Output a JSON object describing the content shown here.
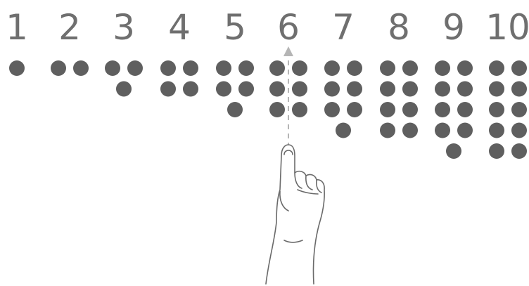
{
  "groups": [
    {
      "label": "1",
      "count": 1
    },
    {
      "label": "2",
      "count": 2
    },
    {
      "label": "3",
      "count": 3
    },
    {
      "label": "4",
      "count": 4
    },
    {
      "label": "5",
      "count": 5
    },
    {
      "label": "6",
      "count": 6
    },
    {
      "label": "7",
      "count": 7
    },
    {
      "label": "8",
      "count": 8
    },
    {
      "label": "9",
      "count": 9
    },
    {
      "label": "10",
      "count": 10
    }
  ],
  "pointer": {
    "target_label": "6"
  },
  "colors": {
    "digit": "#6f6f6f",
    "dot": "#5f5f5f",
    "arrow": "#b5b5b5",
    "hand_outline": "#6a6a6a"
  },
  "icons": {
    "hand": "pointing-hand-icon",
    "arrow": "dashed-up-arrow-icon"
  }
}
